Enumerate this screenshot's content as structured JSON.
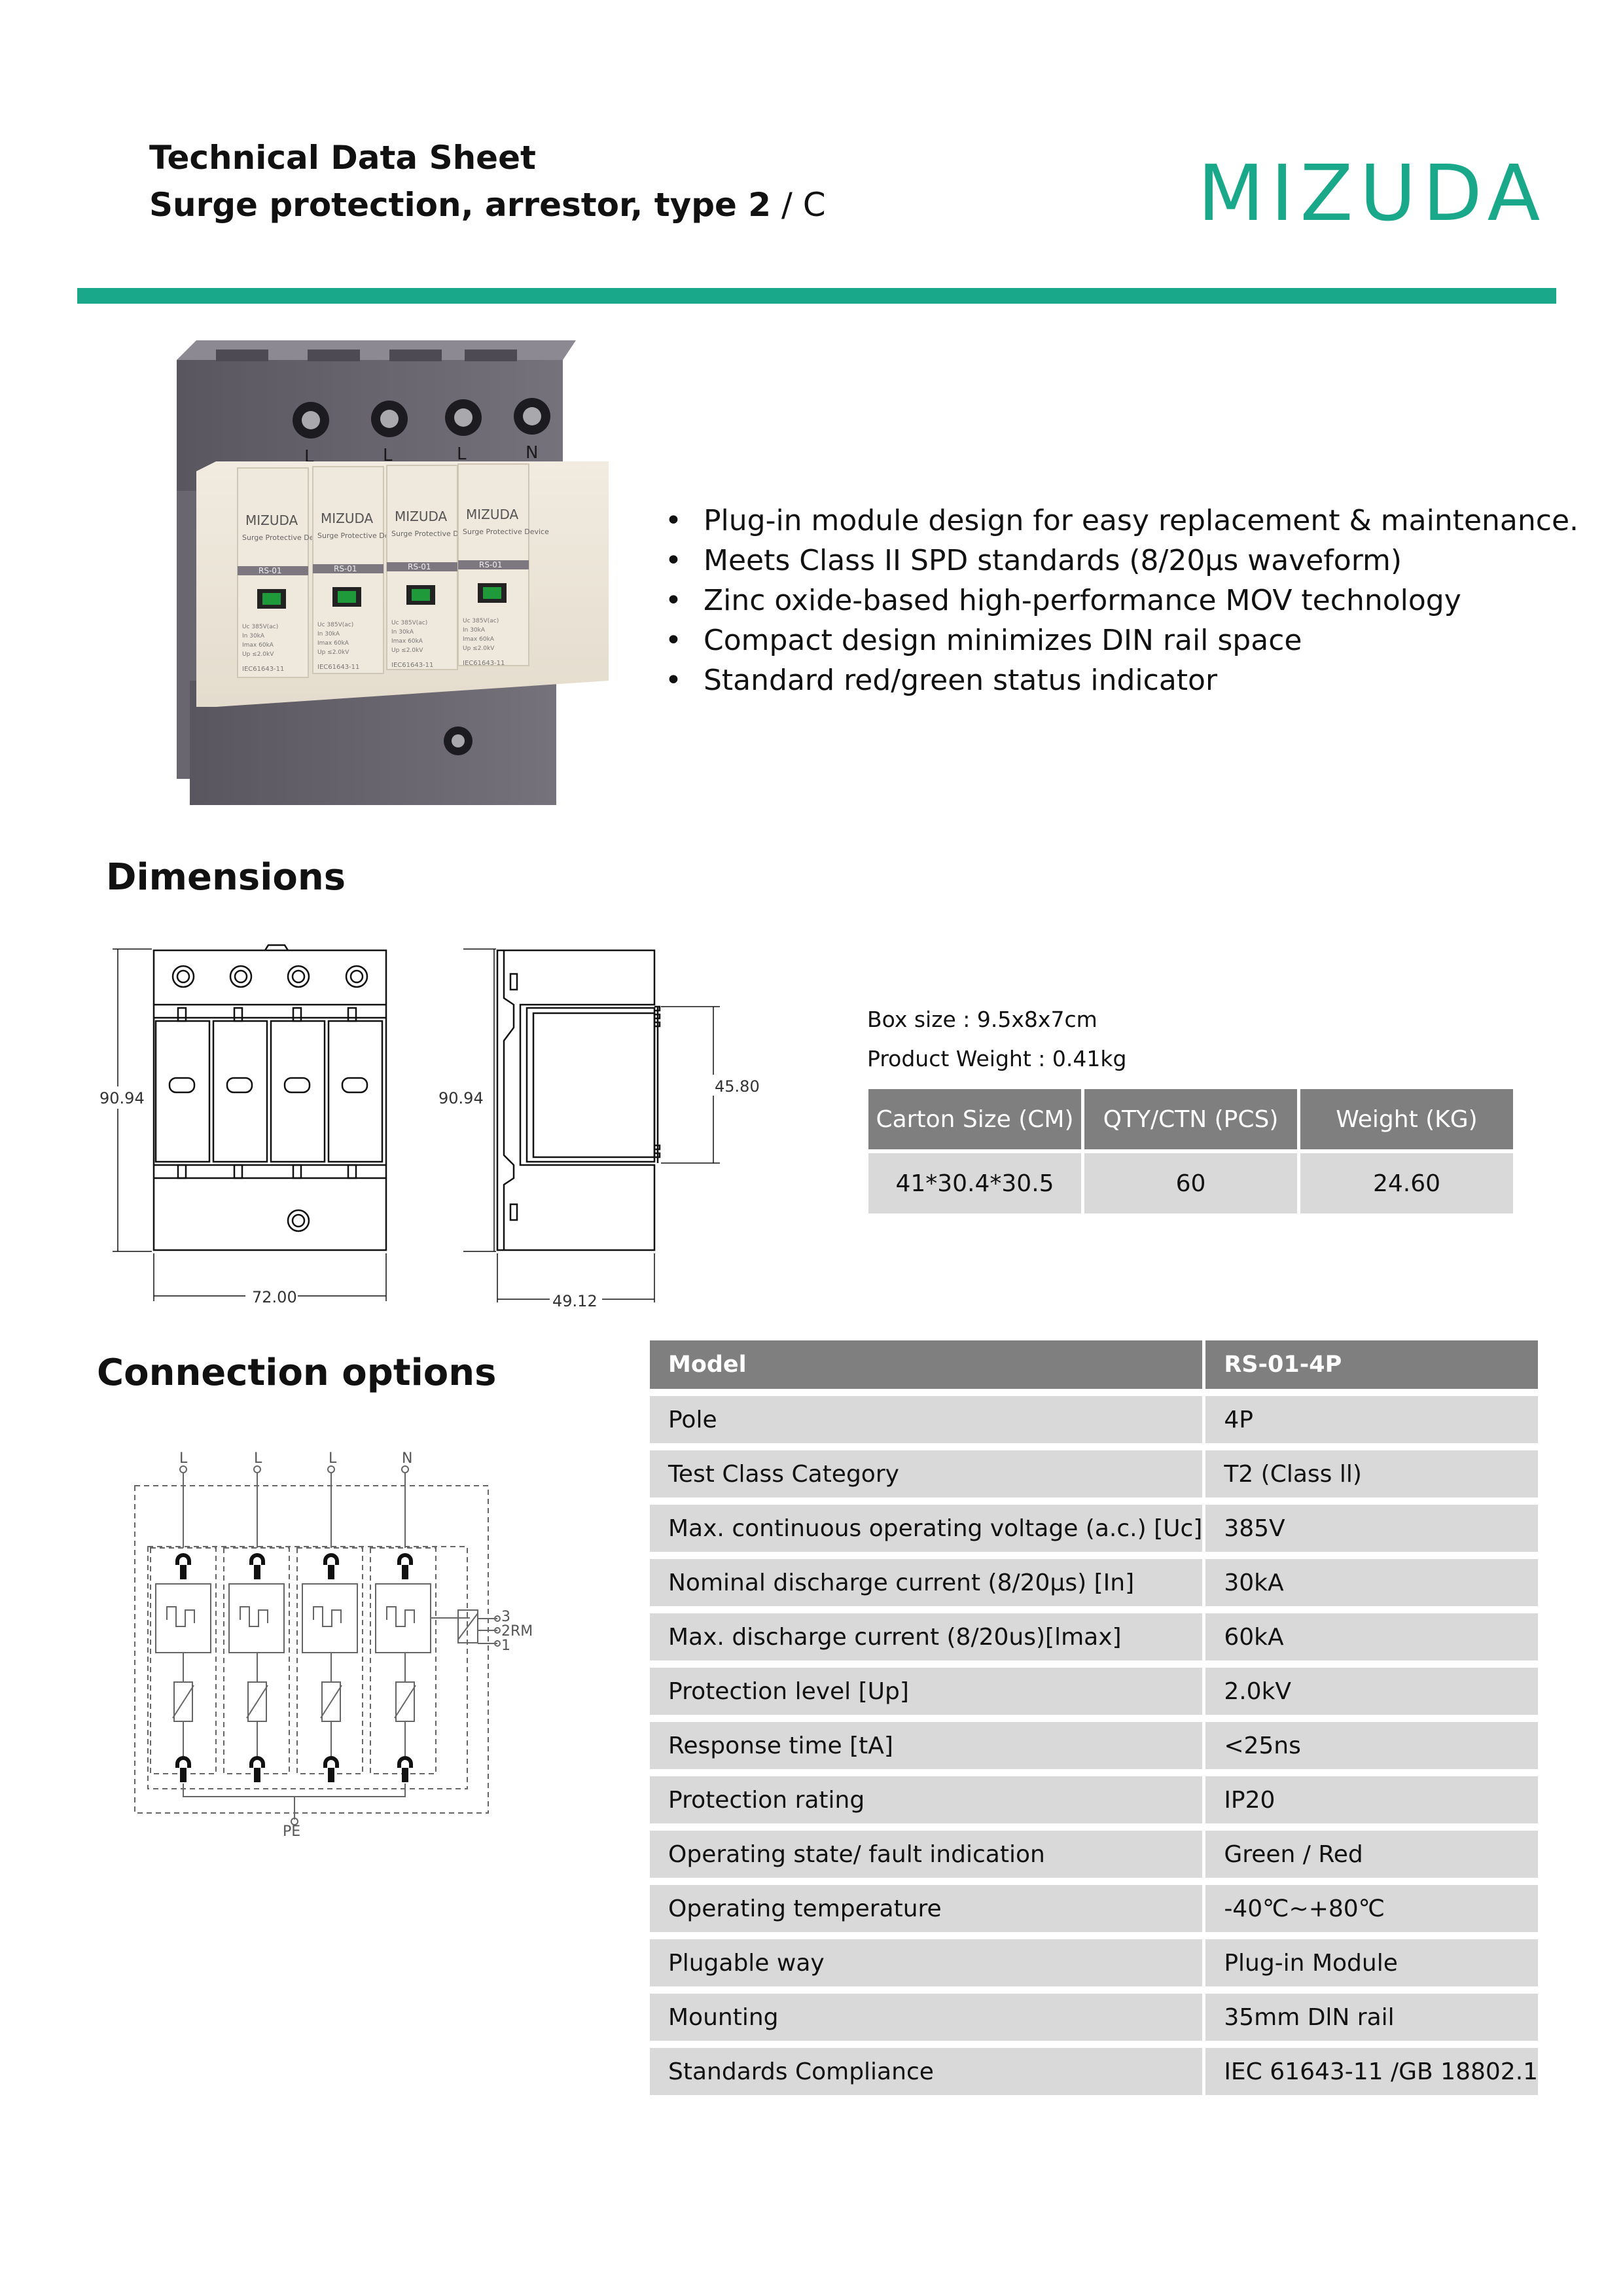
{
  "header": {
    "title_line1": "Technical Data Sheet",
    "title_line2": "Surge protection, arrestor, type 2",
    "title_suffix": " / C",
    "brand": "MIZUDA"
  },
  "colors": {
    "accent": "#1aa88a",
    "table_header": "#7f7f7f",
    "table_cell": "#d9d9d9"
  },
  "product_photo": {
    "terminal_labels": [
      "L",
      "L",
      "L",
      "N"
    ],
    "module_brand": "MIZUDA",
    "module_caption": "Surge Protective Device",
    "module_model": "RS-01",
    "module_ratings": [
      "Uc   385V(ac)",
      "In    30kA",
      "Imax  60kA",
      "Up   ≤2.0kV"
    ],
    "module_standard": "IEC61643-11"
  },
  "features": [
    "Plug-in module design for easy replacement & maintenance.",
    "Meets Class II SPD standards (8/20µs waveform)",
    "Zinc oxide-based high-performance MOV technology",
    "Compact design minimizes DIN rail space",
    "Standard red/green status indicator"
  ],
  "dimensions": {
    "heading": "Dimensions",
    "front_height": "90.94",
    "front_width": "72.00",
    "side_height": "90.94",
    "side_inner": "45.80",
    "side_depth": "49.12"
  },
  "packaging": {
    "box_size": "Box size : 9.5x8x7cm",
    "product_weight": "Product Weight : 0.41kg",
    "headers": [
      "Carton Size (CM)",
      "QTY/CTN (PCS)",
      "Weight (KG)"
    ],
    "row": [
      "41*30.4*30.5",
      "60",
      "24.60"
    ]
  },
  "connection": {
    "heading": "Connection options",
    "line_labels": [
      "L",
      "L",
      "L",
      "N"
    ],
    "pe_label": "PE",
    "rm_labels": [
      "3",
      "2RM",
      "1"
    ]
  },
  "specs": {
    "header": [
      "Model",
      "RS-01-4P"
    ],
    "rows": [
      [
        "Pole",
        "4P"
      ],
      [
        "Test Class Category",
        "T2 (Class ll)"
      ],
      [
        "Max. continuous operating voltage (a.c.) [Uc]",
        "385V"
      ],
      [
        "Nominal discharge current (8/20µs) [In]",
        "30kA"
      ],
      [
        "Max. discharge current (8/20us)[lmax]",
        "60kA"
      ],
      [
        "Protection level [Up]",
        "2.0kV"
      ],
      [
        "Response time [tA]",
        "<25ns"
      ],
      [
        "Protection rating",
        "IP20"
      ],
      [
        "Operating state/ fault indication",
        "Green / Red"
      ],
      [
        "Operating temperature",
        "-40℃~+80℃"
      ],
      [
        "Plugable way",
        "Plug-in Module"
      ],
      [
        "Mounting",
        "35mm DlN rail"
      ],
      [
        "Standards Compliance",
        "IEC 61643-11 /GB 18802.1"
      ]
    ]
  }
}
